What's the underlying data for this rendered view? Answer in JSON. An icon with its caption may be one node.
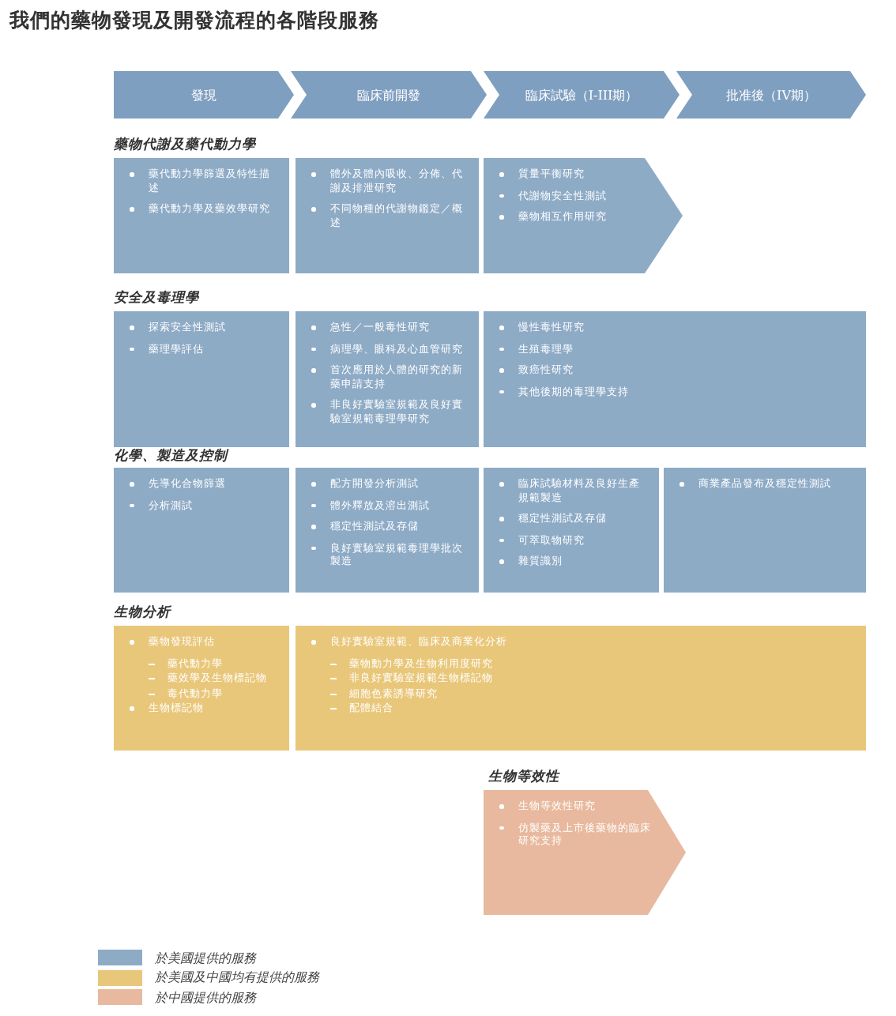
{
  "diagram": {
    "title": "我們的藥物發現及開發流程的各階段服務",
    "nodes": [
      {
        "text": [
          "發現"
        ]
      },
      {
        "text": [
          "臨床前開發"
        ]
      },
      {
        "text": [
          "臨床試驗（I-III期）"
        ]
      },
      {
        "text": [
          "批准後（IV期）"
        ]
      },
      {
        "text": [
          "藥代動力學篩選及特性描述",
          "藥代動力學及藥效學研究"
        ]
      },
      {
        "text": [
          "體外及體內吸收、分佈、代謝及排泄研究",
          "不同物種的代謝物鑑定／概述"
        ]
      },
      {
        "text": [
          "質量平衡研究",
          "代謝物安全性測試",
          "藥物相互作用研究"
        ]
      },
      {
        "text": [
          "探索安全性測試",
          "藥理學評估"
        ]
      },
      {
        "text": [
          "急性／一般毒性研究",
          "病理學、眼科及心血管研究",
          "首次應用於人體的研究的新藥申請支持",
          "非良好實驗室規範及良好實驗室規範毒理學研究"
        ]
      },
      {
        "text": [
          "慢性毒性研究",
          "生殖毒理學",
          "致癌性研究",
          "其他後期的毒理學支持"
        ]
      },
      {
        "text": [
          "先導化合物篩選",
          "分析測試"
        ]
      },
      {
        "text": [
          "配方開發分析測試",
          "體外釋放及溶出測試",
          "穩定性測試及存儲",
          "良好實驗室規範毒理學批次製造"
        ]
      },
      {
        "text": [
          "臨床試驗材料及良好生產規範製造",
          "穩定性測試及存儲",
          "可萃取物研究",
          "雜質識別"
        ]
      },
      {
        "text": [
          "商業產品發布及穩定性測試"
        ]
      },
      {
        "text": [
          "藥物發現評估",
          "藥代動力學",
          "藥效學及生物標記物",
          "毒代動力學",
          "生物標記物"
        ]
      },
      {
        "text": [
          "良好實驗室規範、臨床及商業化分析",
          "藥物動力學及生物利用度研究",
          "非良好實驗室規範生物標記物",
          "細胞色素誘導研究",
          "配體結合"
        ]
      },
      {
        "text": [
          "生物等效性研究",
          "仿製藥及上市後藥物的臨床研究支持"
        ]
      }
    ],
    "labels": [
      "藥物代謝及藥代動力學",
      "安全及毒理學",
      "化學、製造及控制",
      "生物分析",
      "生物等效性"
    ],
    "legend": [
      {
        "text": "於美國提供的服務",
        "color": "#8eabc6"
      },
      {
        "text": "於美國及中國均有提供的服務",
        "color": "#e9c77a"
      },
      {
        "text": "於中國提供的服務",
        "color": "#e8b99e"
      }
    ]
  }
}
